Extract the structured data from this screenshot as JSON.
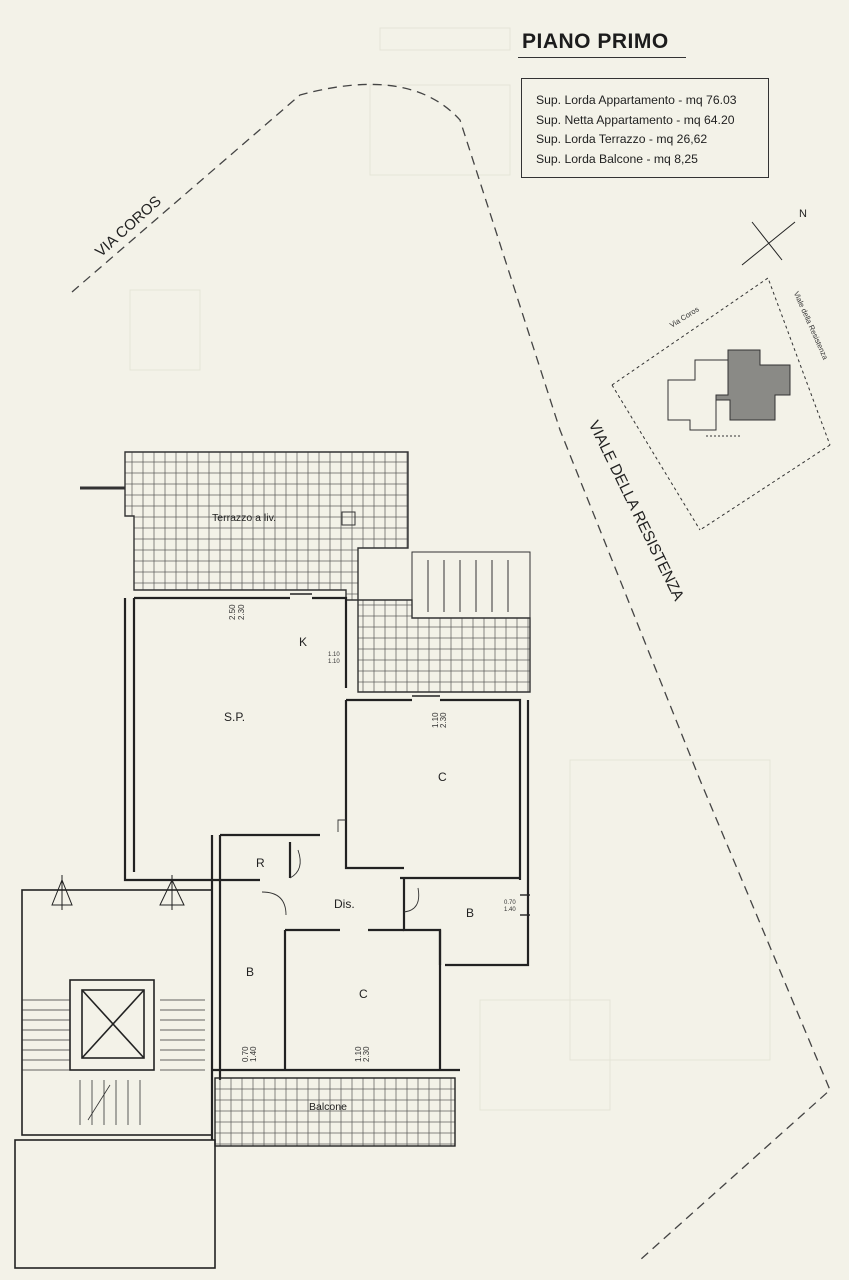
{
  "header": {
    "title": "PIANO PRIMO"
  },
  "legend": {
    "lines": [
      "Sup. Lorda Appartamento - mq 76.03",
      "Sup. Netta Appartamento - mq 64.20",
      "Sup. Lorda Terrazzo - mq 26,62",
      "Sup. Lorda Balcone - mq 8,25"
    ]
  },
  "streets": {
    "via_coros": "VIA COROS",
    "viale_resistenza": "VIALE DELLA RESISTENZA"
  },
  "north": "N",
  "key_plan": {
    "via_coros": "Via Coros",
    "viale_resistenza": "Viale della Resistenza"
  },
  "rooms": {
    "terrazzo": "Terrazzo a liv.",
    "kitchen": "K",
    "living": "S.P.",
    "bedroom_1": "C",
    "storage": "R",
    "hall": "Dis.",
    "bath_1": "B",
    "bath_2": "B",
    "bedroom_2": "C",
    "balcone": "Balcone"
  },
  "dimensions": {
    "sp_window": [
      "2.50",
      "2.30"
    ],
    "k_window": [
      "1.10",
      "1.10"
    ],
    "c1_window": [
      "1.10",
      "2.30"
    ],
    "b1_window": [
      "0.70",
      "1.40"
    ],
    "b2_window": [
      "0.70",
      "1.40"
    ],
    "c2_window": [
      "1.10",
      "2.30"
    ]
  }
}
